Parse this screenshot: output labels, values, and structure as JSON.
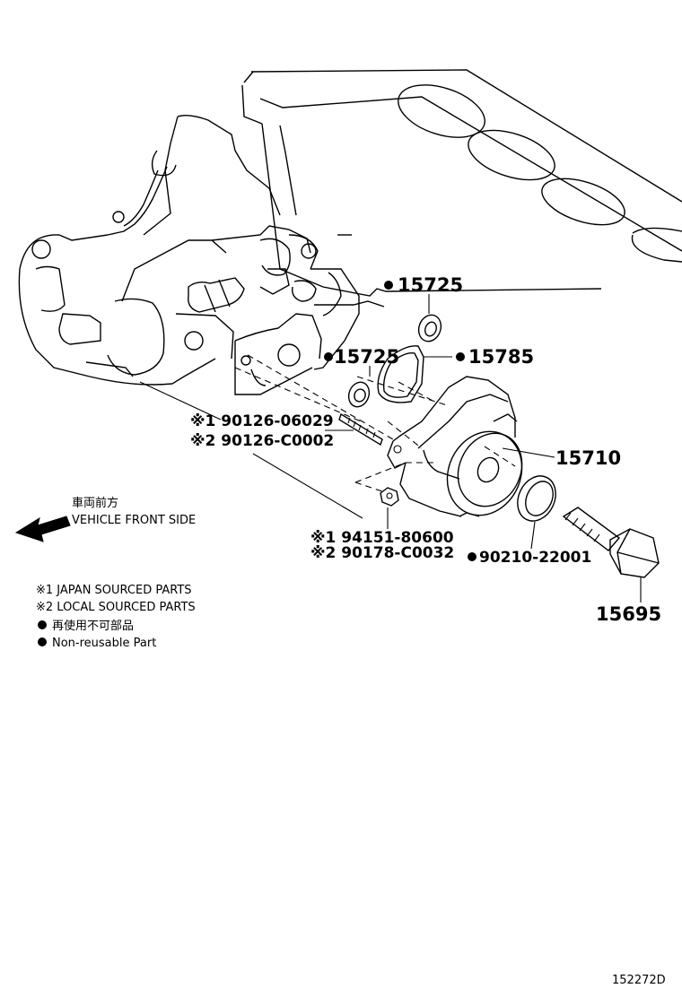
{
  "callouts": {
    "oring_top": "15725",
    "oring_mid": "15725",
    "gasket": "15785",
    "pump": "15710",
    "oil_seal": "90210-22001",
    "bolt": "15695",
    "stud_1": "※1 90126-06029",
    "stud_2": "※2 90126-C0002",
    "nut_1": "※1 94151-80600",
    "nut_2": "※2 90178-C0032"
  },
  "direction": {
    "japanese": "車両前方",
    "english": "VEHICLE FRONT SIDE"
  },
  "legend": {
    "japan_sourced": "※1 JAPAN SOURCED PARTS",
    "local_sourced": "※2 LOCAL SOURCED PARTS",
    "non_reusable_jp": "再使用不可部品",
    "non_reusable_en": "Non-reusable Part"
  },
  "figure_id": "152272D"
}
